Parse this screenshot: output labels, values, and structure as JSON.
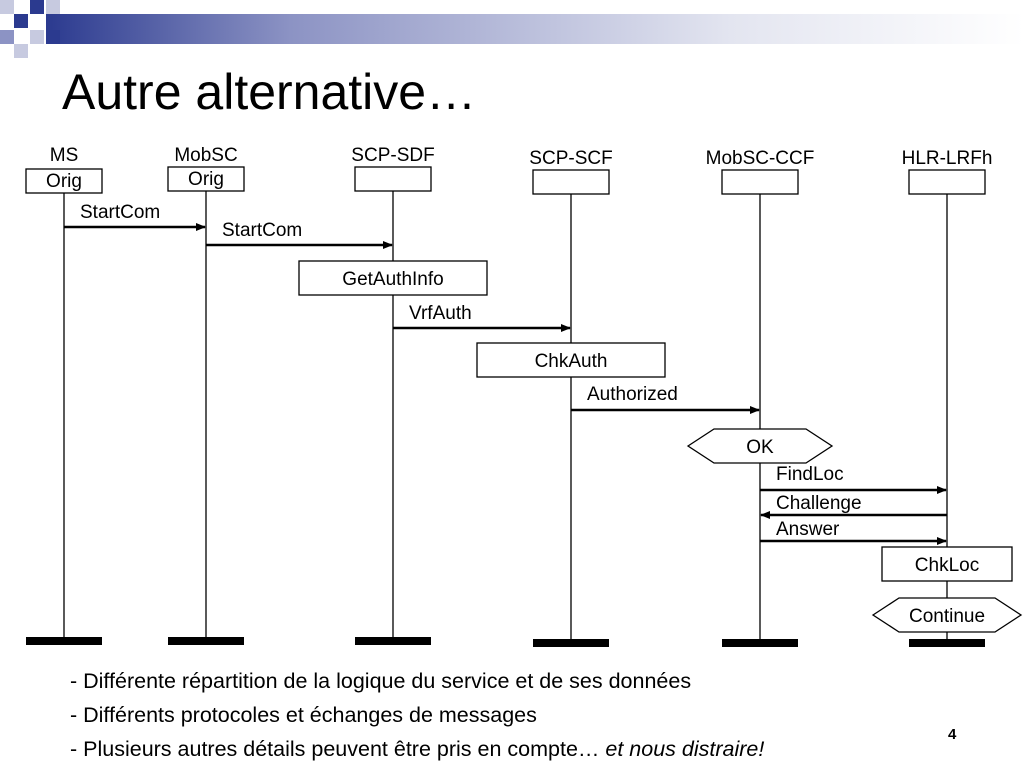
{
  "slide": {
    "title": "Autre alternative…",
    "page_number": "4"
  },
  "colors": {
    "band_dark": "#2b3a8f",
    "band_light": "#c7cae0",
    "line": "#000000"
  },
  "diagram": {
    "entities": [
      {
        "id": "ms",
        "name": "MS",
        "box_label": "Orig"
      },
      {
        "id": "mobsc",
        "name": "MobSC",
        "box_label": "Orig"
      },
      {
        "id": "scp-sdf",
        "name": "SCP-SDF",
        "box_label": ""
      },
      {
        "id": "scp-scf",
        "name": "SCP-SCF",
        "box_label": ""
      },
      {
        "id": "mobsc-ccf",
        "name": "MobSC-CCF",
        "box_label": ""
      },
      {
        "id": "hlr-lrfh",
        "name": "HLR-LRFh",
        "box_label": ""
      }
    ],
    "messages": [
      {
        "label": "StartCom",
        "from": "ms",
        "to": "mobsc"
      },
      {
        "label": "StartCom",
        "from": "mobsc",
        "to": "scp-sdf"
      },
      {
        "label": "VrfAuth",
        "from": "scp-sdf",
        "to": "scp-scf"
      },
      {
        "label": "Authorized",
        "from": "scp-scf",
        "to": "mobsc-ccf"
      },
      {
        "label": "FindLoc",
        "from": "mobsc-ccf",
        "to": "hlr-lrfh"
      },
      {
        "label": "Challenge",
        "from": "hlr-lrfh",
        "to": "mobsc-ccf"
      },
      {
        "label": "Answer",
        "from": "mobsc-ccf",
        "to": "hlr-lrfh"
      }
    ],
    "actions": [
      {
        "label": "GetAuthInfo",
        "on": "scp-sdf"
      },
      {
        "label": "ChkAuth",
        "on": "scp-scf"
      },
      {
        "label": "ChkLoc",
        "on": "hlr-lrfh"
      }
    ],
    "decisions": [
      {
        "label": "OK",
        "on": "mobsc-ccf"
      },
      {
        "label": "Continue",
        "on": "hlr-lrfh"
      }
    ]
  },
  "bullets": [
    {
      "text": "- Différente répartition de la logique du service et de ses données",
      "emphasis": ""
    },
    {
      "text": "- Différents protocoles et échanges de messages",
      "emphasis": ""
    },
    {
      "text": "- Plusieurs autres détails peuvent être pris en compte… ",
      "emphasis": "et nous distraire!"
    }
  ]
}
